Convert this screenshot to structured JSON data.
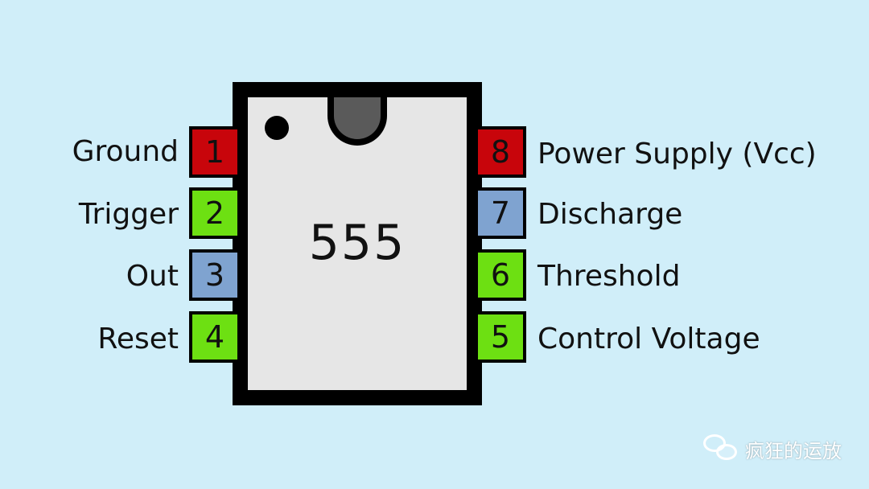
{
  "chip": {
    "label": "555"
  },
  "colors": {
    "background": "#d0eef9",
    "red": "#c8050b",
    "green": "#6de012",
    "blue": "#7fa3d0"
  },
  "pins_left": [
    {
      "number": "1",
      "label": "Ground",
      "color": "#c8050b"
    },
    {
      "number": "2",
      "label": "Trigger",
      "color": "#6de012"
    },
    {
      "number": "3",
      "label": "Out",
      "color": "#7fa3d0"
    },
    {
      "number": "4",
      "label": "Reset",
      "color": "#6de012"
    }
  ],
  "pins_right": [
    {
      "number": "8",
      "label": "Power Supply (Vcc)",
      "color": "#c8050b"
    },
    {
      "number": "7",
      "label": "Discharge",
      "color": "#7fa3d0"
    },
    {
      "number": "6",
      "label": "Threshold",
      "color": "#6de012"
    },
    {
      "number": "5",
      "label": "Control Voltage",
      "color": "#6de012"
    }
  ],
  "watermark": {
    "text": "疯狂的运放",
    "icon": "wechat-icon"
  }
}
